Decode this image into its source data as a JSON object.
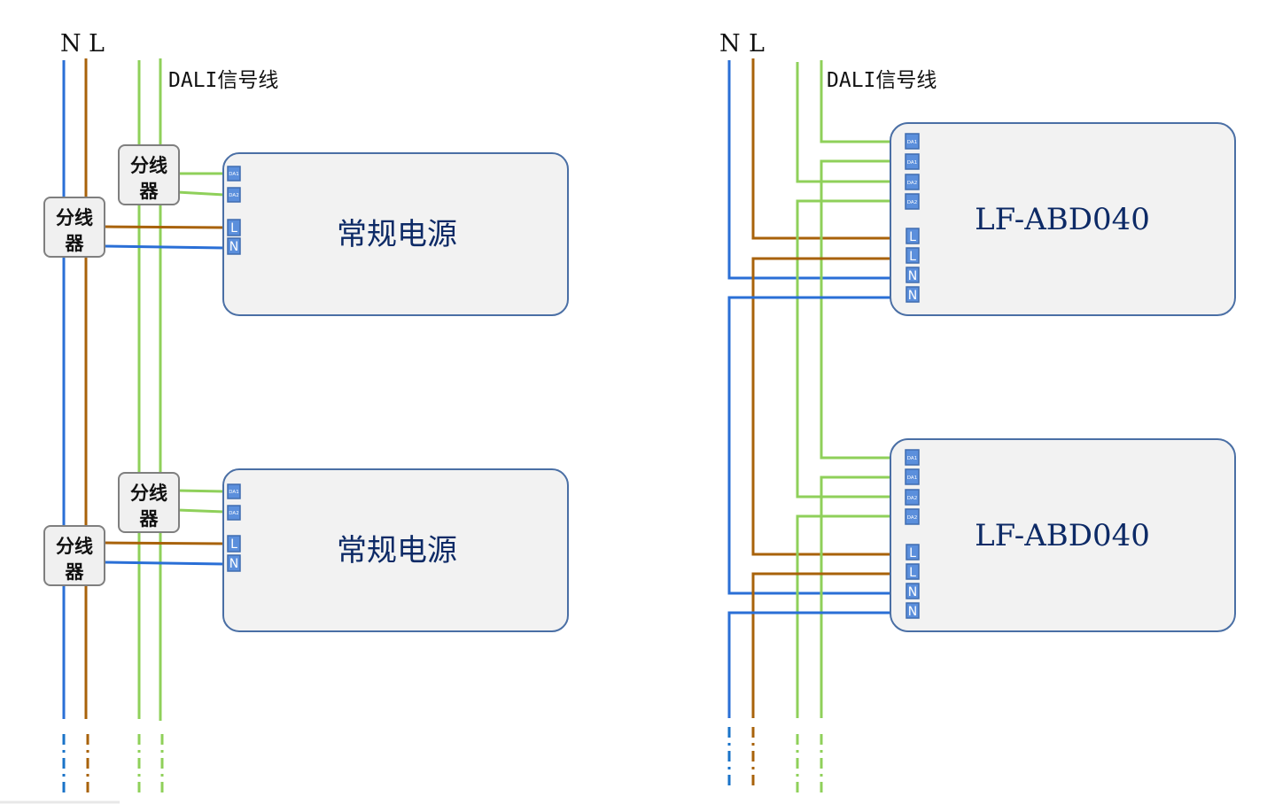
{
  "colors": {
    "neutral": "#2a6fd6",
    "live": "#a8620a",
    "dali": "#8fd05a",
    "box_fill": "#f2f2f2",
    "box_stroke": "#4a6fa5",
    "terminal_fill": "#5b8fdc",
    "terminal_stroke": "#3f6cb0",
    "splitter_fill": "#f0f0f0",
    "splitter_stroke": "#7f7f7f"
  },
  "left_diagram": {
    "n_label": "N",
    "l_label": "L",
    "dali_label": "DALI信号线",
    "splitter_text_line1": "分线",
    "splitter_text_line2": "器",
    "boxes": [
      {
        "title": "常规电源",
        "terminals": [
          "DA1",
          "DA2",
          "L",
          "N"
        ]
      },
      {
        "title": "常规电源",
        "terminals": [
          "DA1",
          "DA2",
          "L",
          "N"
        ]
      }
    ]
  },
  "right_diagram": {
    "n_label": "N",
    "l_label": "L",
    "dali_label": "DALI信号线",
    "boxes": [
      {
        "title": "LF-ABD040",
        "terminals": [
          "DA1",
          "DA1",
          "DA2",
          "DA2",
          "L",
          "L",
          "N",
          "N"
        ]
      },
      {
        "title": "LF-ABD040",
        "terminals": [
          "DA1",
          "DA1",
          "DA2",
          "DA2",
          "L",
          "L",
          "N",
          "N"
        ]
      }
    ]
  }
}
